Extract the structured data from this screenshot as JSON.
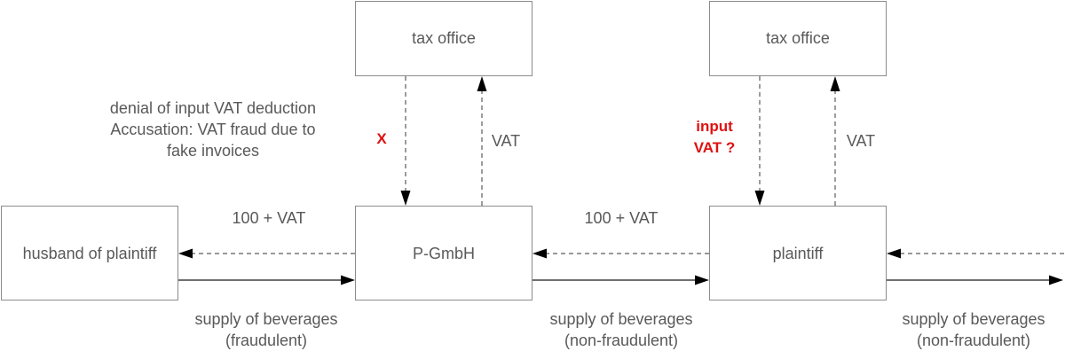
{
  "boxes": {
    "tax_office_left": "tax office",
    "tax_office_right": "tax office",
    "husband": "husband of plaintiff",
    "pgmbh": "P-GmbH",
    "plaintiff": "plaintiff"
  },
  "labels": {
    "denial_line1": "denial of input VAT deduction",
    "denial_line2": "Accusation: VAT fraud due to",
    "denial_line3": "fake invoices",
    "x_mark": "X",
    "vat_left": "VAT",
    "vat_right": "VAT",
    "input_vat_line1": "input",
    "input_vat_line2": "VAT ?",
    "payment_left": "100 + VAT",
    "payment_right": "100 + VAT",
    "supply_1_line1": "supply of beverages",
    "supply_1_line2": "(fraudulent)",
    "supply_2_line1": "supply of beverages",
    "supply_2_line2": "(non-fraudulent)",
    "supply_3_line1": "supply of beverages",
    "supply_3_line2": "(non-fraudulent)"
  },
  "colors": {
    "box_border": "#8c8c8c",
    "text": "#595959",
    "highlight": "#e01010",
    "arrow": "#000000"
  }
}
